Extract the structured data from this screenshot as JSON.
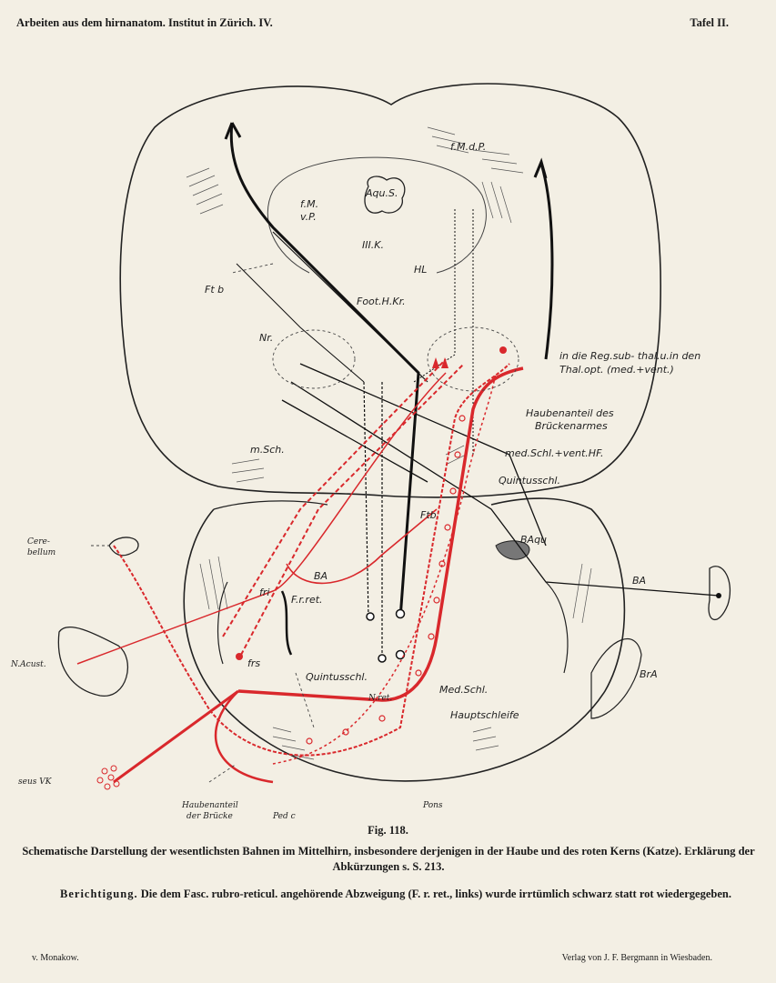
{
  "header": {
    "left": "Arbeiten aus dem hirnanatom. Institut in Zürich. IV.",
    "right": "Tafel II."
  },
  "labels": {
    "fmdp": "f.M.d.P.",
    "aqus": "Aqu.S.",
    "fmvp1": "f.M.",
    "fmvp2": "v.P.",
    "iiik": "III.K.",
    "hl": "HL",
    "ftb_top": "Ft b",
    "foothkr": "Foot.H.Kr.",
    "nr": "Nr.",
    "regsub1": "in die Reg.sub- thal.u.in den",
    "regsub2": "Thal.opt. (med.+vent.)",
    "haubenanteil1": "Haubenanteil des",
    "haubenanteil2": "Brückenarmes",
    "msch": "m.Sch.",
    "medschl": "med.Schl.+vent.HF.",
    "quintus": "Quintusschl.",
    "ftb_mid": "Ftb",
    "cerebellum1": "Cere-",
    "cerebellum2": "bellum",
    "baqu": "BAqu",
    "ba_right": "BA",
    "ba_mid": "BA",
    "fri": "fri",
    "frret": "F.r.ret.",
    "nacust": "N.Acust.",
    "frs": "frs",
    "quintus_low": "Quintusschl.",
    "medschl_low": "Med.Schl.",
    "nret": "N.ret.",
    "hauptschleife": "Hauptschleife",
    "bra": "BrA",
    "vk": "seus VK",
    "haubenanteil_low1": "Haubenanteil",
    "haubenanteil_low2": "der Brücke",
    "pedc": "Ped c",
    "pons": "Pons"
  },
  "figure": "Fig. 118.",
  "caption": "Schematische Darstellung der wesentlichsten Bahnen im Mittelhirn, insbesondere derjenigen in der Haube und des roten Kerns (Katze). Erklärung der Abkürzungen s. S. 213.",
  "correction": {
    "head": "Berichtigung.",
    "text": "Die dem Fasc. rubro-reticul. angehörende Abzweigung (F. r. ret., links) wurde irrtümlich schwarz statt rot wiedergegeben."
  },
  "footer": {
    "left": "v. Monakow.",
    "right": "Verlag von J. F. Bergmann in Wiesbaden."
  },
  "colors": {
    "paper": "#f3efe4",
    "ink": "#1a1a1a",
    "red": "#d9282c"
  }
}
